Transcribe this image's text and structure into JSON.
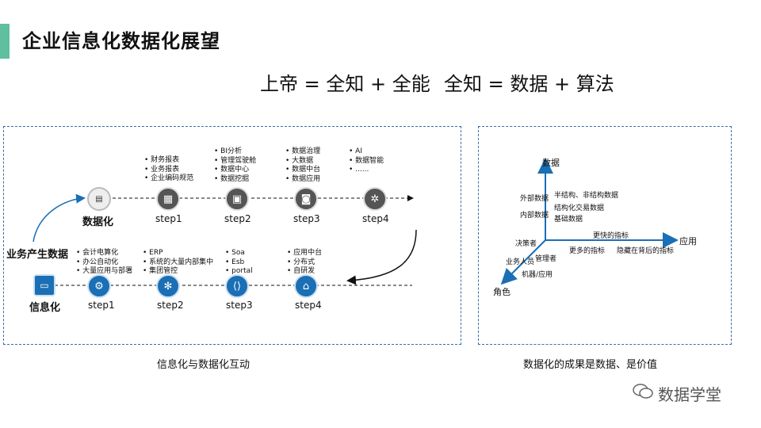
{
  "header": {
    "title": "企业信息化数据化展望",
    "formula_left": "上帝 = 全知 + 全能",
    "formula_right": "全知 = 数据 + 算法"
  },
  "left_panel": {
    "caption": "信息化与数据化互动",
    "business_data": "业务产生数据",
    "digitization": {
      "label": "数据化",
      "steps": [
        {
          "label": "step1",
          "items": [
            "财务报表",
            "业务报表",
            "企业编码规范"
          ]
        },
        {
          "label": "step2",
          "items": [
            "BI分析",
            "管理驾驶舱",
            "数据中心",
            "数据挖掘"
          ]
        },
        {
          "label": "step3",
          "items": [
            "数据治理",
            "大数据",
            "数据中台",
            "数据应用"
          ]
        },
        {
          "label": "step4",
          "items": [
            "AI",
            "数据智能",
            "......"
          ]
        }
      ]
    },
    "informatization": {
      "label": "信息化",
      "steps": [
        {
          "label": "step1",
          "items": [
            "会计电算化",
            "办公自动化",
            "大量应用与部署"
          ]
        },
        {
          "label": "step2",
          "items": [
            "ERP",
            "系统的大量内部集中",
            "集团管控"
          ]
        },
        {
          "label": "step3",
          "items": [
            "Soa",
            "Esb",
            "portal"
          ]
        },
        {
          "label": "step4",
          "items": [
            "应用中台",
            "分布式",
            "自研发"
          ]
        }
      ]
    }
  },
  "right_panel": {
    "caption": "数据化的成果是数据、是价值",
    "axis_data": "数据",
    "axis_app": "应用",
    "axis_role": "角色",
    "data_items": [
      "外部数据",
      "内部数据",
      "半结构、非结构数据",
      "结构化交易数据",
      "基础数据"
    ],
    "app_items": [
      "更快的指标",
      "更多的指标",
      "隐藏在背后的指标"
    ],
    "role_items": [
      "决策者",
      "管理者",
      "业务人员",
      "机器/应用"
    ]
  },
  "watermark": "数据学堂"
}
